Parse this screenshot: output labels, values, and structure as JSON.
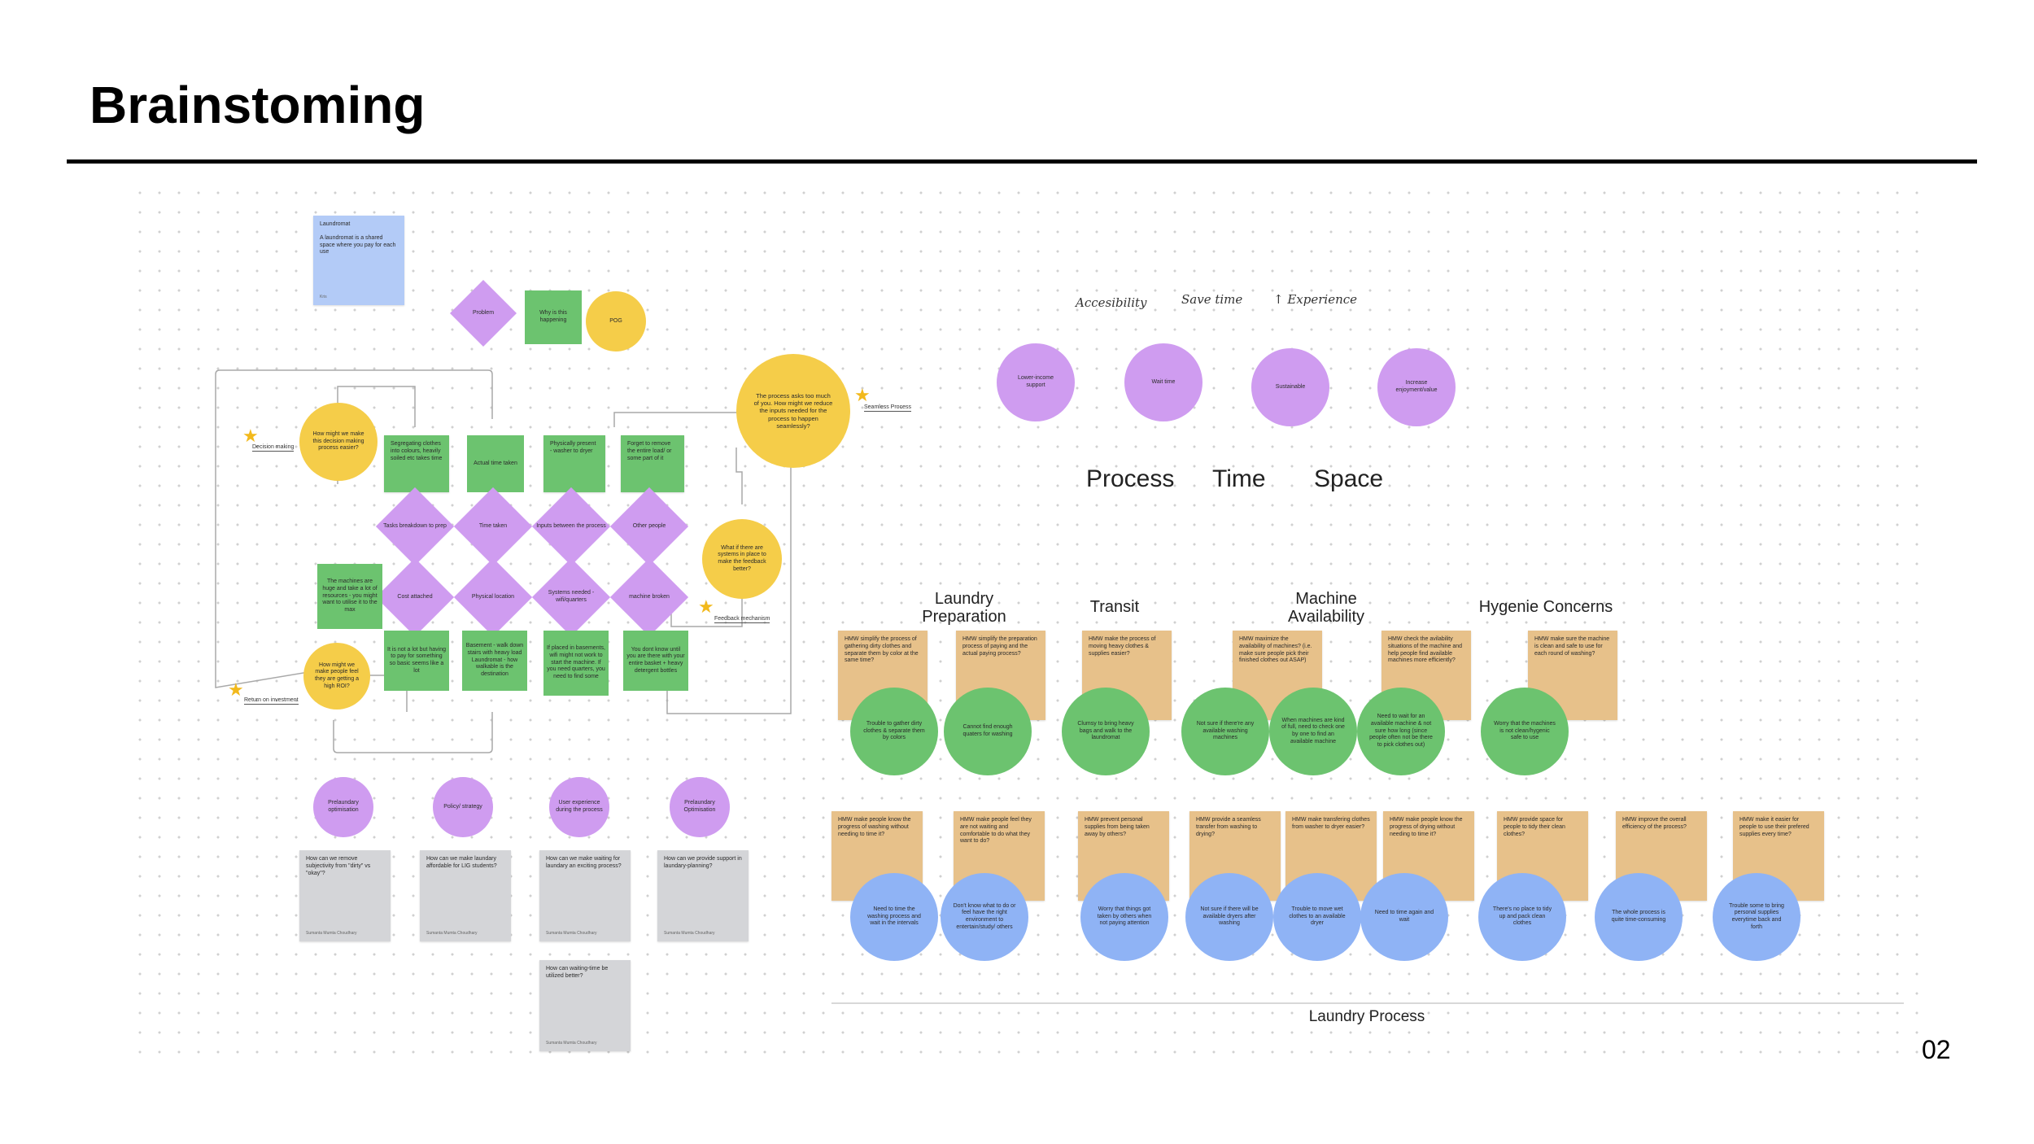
{
  "title": "Brainstoming",
  "page_number": "02",
  "top_notes": {
    "laundromat": {
      "heading": "Laundromat",
      "body": "A laundromat is a shared space where you pay for each use",
      "footer": "Kris"
    },
    "problem": "Problem",
    "why": "Why is this happening",
    "pog": "POG"
  },
  "flow": {
    "hmw_decision": "How might we make this decision making process easier?",
    "hmw_feel": "How might we make people feel they are getting a high ROI?",
    "hmw_process": "The process asks too much of you. How might we reduce the inputs needed for the process to happen seamlessly?",
    "feedback_q": "What if there are systems in place to make the feedback better?",
    "tags": {
      "decision": "Decision making",
      "return": "Return on investment",
      "seamless": "Seamless Process",
      "feedback": "Feedback mechanism"
    },
    "green_top": [
      "Segregating clothes into colours, heavily soiled etc takes time",
      "Actual time taken",
      "Physically present - washer to dryer",
      "Forget to remove the entire load/ or some part of it"
    ],
    "diamonds_row1": [
      "Tasks breakdown to prep",
      "Time taken",
      "Inputs between the process",
      "Other people"
    ],
    "diamonds_row2": [
      "Cost attached",
      "Physical location",
      "Systems needed - wifi/quarters",
      "machine broken"
    ],
    "green_left": "The machines are huge and take a lot of resources - you might want to utilise it to the max",
    "green_bottom": [
      "It is not a lot but having to pay for something so basic seems like a lot",
      "Basement - walk down stairs with heavy load Laundromat - how walkable is the destination",
      "If placed in basements, wifi might not work to start the machine. If you need quarters, you need to find some",
      "You dont know until you are there with your entire basket + heavy detergent bottles"
    ]
  },
  "bottom_left": {
    "circles": [
      "Prelaundary optimisation",
      "Policy/ strategy",
      "User experience during the process",
      "Prelaundary Optimisation"
    ],
    "notes": [
      "How can we remove subjectivity from \"dirty\" vs \"okay\"?",
      "How can we make laundary affordable for LIG students?",
      "How can we make waiting for laundary an exciting process?",
      "How can we provide support in laundary-planning?"
    ],
    "extra_note": "How can waiting-time be utilized better?",
    "author": "Sumanta Mumta Choudhary"
  },
  "right": {
    "handwritten": [
      "Accesibility",
      "Save time",
      "↑ Experience"
    ],
    "purple_circles": [
      "Lower-income support",
      "Wait time",
      "Sustainable",
      "Increase enjoyment/value"
    ],
    "big_words": [
      "Process",
      "Time",
      "Space"
    ],
    "categories": [
      "Laundry Preparation",
      "Transit",
      "Machine Availability",
      "Hygenie Concerns"
    ],
    "row1_notes": [
      "HMW simplify the process of gathering dirty clothes and separate them by color at the same time?",
      "HMW simplify the preparation process of paying and the actual paying process?",
      "HMW make the process of moving heavy clothes & supplies easier?",
      "HMW maximize the availability of machines? (i.e. make sure people pick their finished clothes out ASAP)",
      "HMW check the avilability situations of the machine and help people find available machines more efficiently?",
      "HMW make sure the machine is clean and safe to use for each round of washing?"
    ],
    "row1_circles": [
      "Trouble to gather dirty clothes & separate them by colors",
      "Cannot find enough quaters for washing",
      "Clumsy to bring heavy bags and walk to the laundromat",
      "Not sure if there're any available washing machines",
      "When machines are kind of full, need to check one by one to find an available machine",
      "Need to wait for an available machine & not sure how long (since people often not be there to pick clothes out)",
      "Worry that the machines is not clean/hygenic safe to use"
    ],
    "row2_notes": [
      "HMW make people know the progress of washing without needing to time it?",
      "HMW make people feel they are not waiting and comfortable to do what they want to do?",
      "HMW prevent personal supplies from being taken away by others?",
      "HMW provide a seamless transfer from washing to drying?",
      "HMW make transfering clothes from washer to dryer easier?",
      "HMW make people know the progress of drying without needing to time it?",
      "HMW provide space for people to tidy their clean clothes?",
      "HMW improve the overall efficiency of the process?",
      "HMW make it easier for people to use their prefered supplies every time?"
    ],
    "row2_circles": [
      "Need to time the washing process and wait in the intervals",
      "Don't know what to do or feel have the right environment to entertain/study/ others",
      "Worry that things got taken by others when not paying attention",
      "Not sure if there will be available dryers after washing",
      "Trouble to move wet clothes to an available dryer",
      "Need to time again and wait",
      "There's no place to tidy up and pack clean clothes",
      "The whole process is quite time-consuming",
      "Trouble some to bring personal supplies everytime back and forth"
    ],
    "axis_label": "Laundry Process"
  }
}
